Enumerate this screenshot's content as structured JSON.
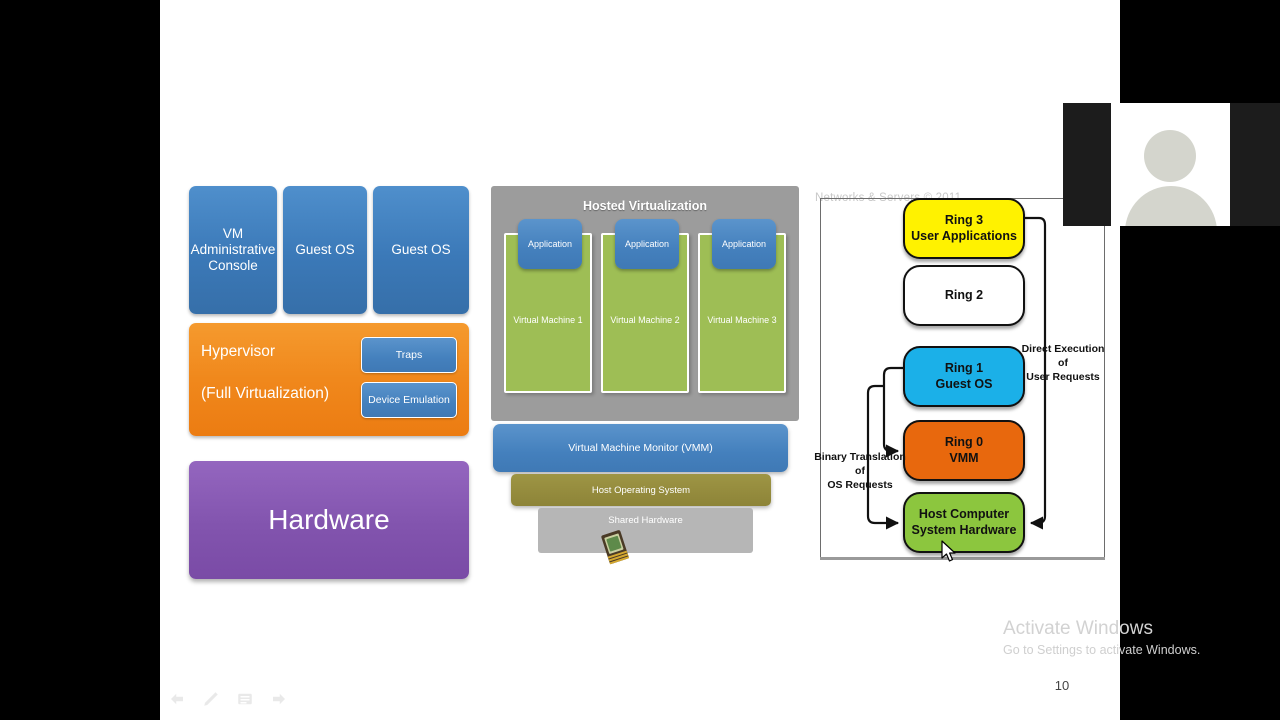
{
  "slide": {
    "number": "10",
    "watermark_source": "Networks & Servers © 2011"
  },
  "left_diagram": {
    "name": "Full Virtualization Stack",
    "top_boxes": [
      {
        "label": "VM\nAdministrative\nConsole",
        "line1": "VM",
        "line2": "Administrative",
        "line3": "Console",
        "color": "#3b79b8"
      },
      {
        "label": "Guest OS",
        "color": "#3b79b8"
      },
      {
        "label": "Guest OS",
        "color": "#3b79b8"
      }
    ],
    "hypervisor": {
      "line1": "Hypervisor",
      "line2": "(Full Virtualization)",
      "color": "#f0881c",
      "sub_boxes": [
        {
          "label": "Traps",
          "color": "#4480bd"
        },
        {
          "label": "Device Emulation",
          "color": "#4480bd"
        }
      ]
    },
    "hardware": {
      "label": "Hardware",
      "color": "#8254ae"
    }
  },
  "mid_diagram": {
    "title": "Hosted Virtualization",
    "panel_color": "#9c9c9c",
    "vms": [
      {
        "app": "Application",
        "label": "Virtual Machine 1",
        "color": "#9ebe55"
      },
      {
        "app": "Application",
        "label": "Virtual Machine 2",
        "color": "#9ebe55"
      },
      {
        "app": "Application",
        "label": "Virtual Machine 3",
        "color": "#9ebe55"
      }
    ],
    "vmm": {
      "label": "Virtual Machine Monitor (VMM)",
      "color": "#4480bd"
    },
    "host_os": {
      "label": "Host Operating System",
      "color": "#8d8438"
    },
    "shared_hardware": {
      "label": "Shared Hardware",
      "color": "#b6b6b6"
    }
  },
  "right_diagram": {
    "watermark": "Networks & Servers © 2011",
    "rings": [
      {
        "id": "ring3",
        "line1": "Ring 3",
        "line2": "User Applications",
        "color": "#fff200"
      },
      {
        "id": "ring2",
        "line1": "Ring 2",
        "line2": "",
        "color": "#ffffff"
      },
      {
        "id": "ring1",
        "line1": "Ring 1",
        "line2": "Guest OS",
        "color": "#1bb0e8"
      },
      {
        "id": "ring0",
        "line1": "Ring 0",
        "line2": "VMM",
        "color": "#e8680d"
      },
      {
        "id": "ringhw",
        "line1": "Host Computer",
        "line2": "System Hardware",
        "color": "#8cc63e"
      }
    ],
    "notes": {
      "direct": {
        "l1": "Direct Execution",
        "l2": "of",
        "l3": "User Requests"
      },
      "binary": {
        "l1": "Binary Translation",
        "l2": "of",
        "l3": "OS Requests"
      }
    }
  },
  "os_watermark": {
    "title": "Activate Windows",
    "subtitle": "Go to Settings to activate Windows."
  },
  "toolbar": {
    "items": [
      {
        "name": "previous-slide-icon",
        "glyph": "back-arrow"
      },
      {
        "name": "pen-tool-icon",
        "glyph": "pen"
      },
      {
        "name": "slide-menu-icon",
        "glyph": "menu"
      },
      {
        "name": "next-slide-icon",
        "glyph": "forward-arrow"
      }
    ]
  },
  "webcam": {
    "label": "participant-video-placeholder"
  }
}
